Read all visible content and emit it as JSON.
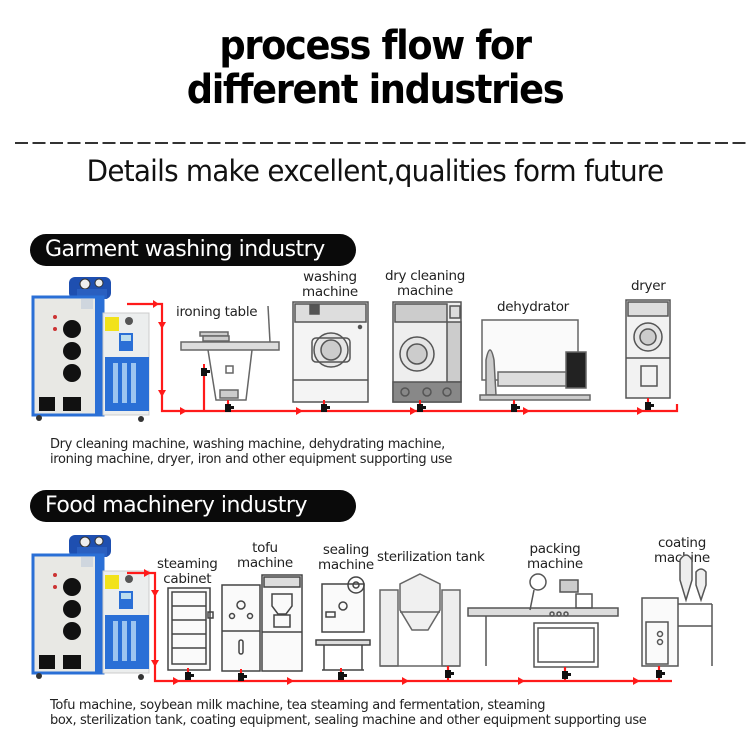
{
  "header": {
    "title_line_1": "process flow for",
    "title_line_2": "different industries",
    "tagline": "Details make excellent,qualities form future"
  },
  "colors": {
    "pipe": "#ff1a1a",
    "pill_bg": "#0a0a0a",
    "pill_text": "#ffffff",
    "boiler_blue": "#2a6fd6",
    "boiler_body": "#e8e8e4"
  },
  "sections": [
    {
      "title": "Garment washing industry",
      "source": "steam boiler",
      "equipment": [
        {
          "label_lines": [
            "ironing table"
          ]
        },
        {
          "label_lines": [
            "washing",
            "machine"
          ]
        },
        {
          "label_lines": [
            "dry cleaning",
            "machine"
          ]
        },
        {
          "label_lines": [
            "dehydrator"
          ]
        },
        {
          "label_lines": [
            "dryer"
          ]
        }
      ],
      "description_lines": [
        "Dry cleaning machine, washing machine, dehydrating machine,",
        "ironing machine, dryer, iron and other equipment supporting use"
      ]
    },
    {
      "title": "Food machinery industry",
      "source": "steam boiler",
      "equipment": [
        {
          "label_lines": [
            "steaming",
            "cabinet"
          ]
        },
        {
          "label_lines": [
            "tofu",
            "machine"
          ]
        },
        {
          "label_lines": [
            "sealing",
            "machine"
          ]
        },
        {
          "label_lines": [
            "sterilization tank"
          ]
        },
        {
          "label_lines": [
            "packing",
            "machine"
          ]
        },
        {
          "label_lines": [
            "coating",
            "machine"
          ]
        }
      ],
      "description_lines": [
        "Tofu machine, soybean milk machine, tea steaming and fermentation, steaming",
        "box, sterilization tank, coating equipment, sealing machine and other equipment supporting use"
      ]
    }
  ]
}
